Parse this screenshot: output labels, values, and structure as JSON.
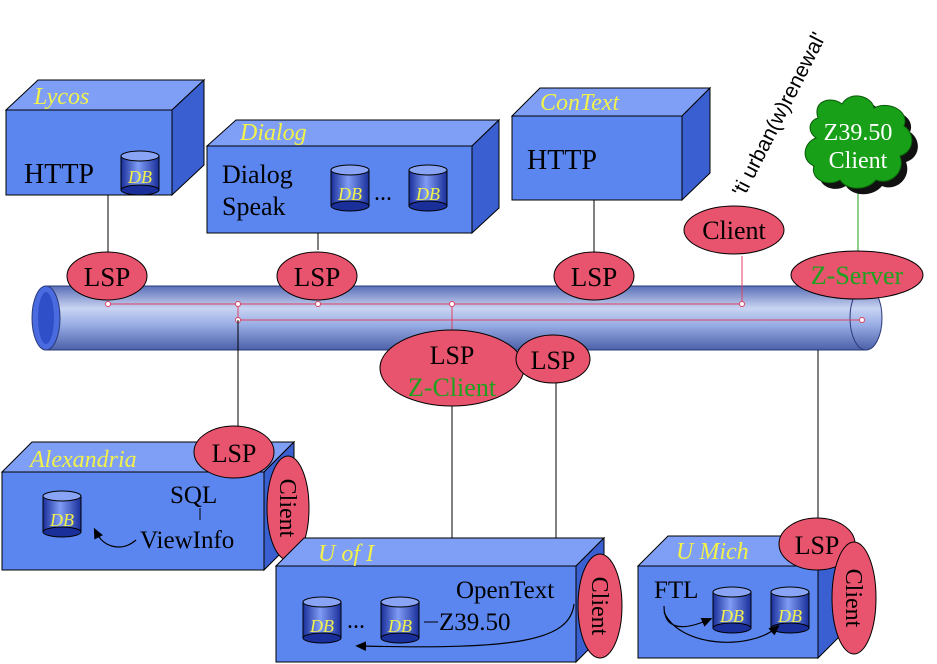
{
  "colors": {
    "box_front": "#5b86f0",
    "box_top": "#7f9ff6",
    "box_side": "#3a5fd0",
    "box_title": "#f2f24a",
    "ellipse_fill": "#e8546e",
    "pipe": "#7a8fd6",
    "link_red": "#e04060",
    "green": "#1fa11f",
    "cloud_green": "#18a018"
  },
  "boxes": {
    "lycos": {
      "title": "Lycos",
      "line1": "HTTP",
      "db": "DB"
    },
    "dialog": {
      "title": "Dialog",
      "line1": "Dialog",
      "line2": "Speak",
      "db1": "DB",
      "ellipsis": "...",
      "db2": "DB"
    },
    "context": {
      "title": "ConText",
      "line1": "HTTP"
    },
    "alexandria": {
      "title": "Alexandria",
      "db": "DB",
      "sql": "SQL",
      "viewinfo": "ViewInfo",
      "dash": "-"
    },
    "uofi": {
      "title": "U of I",
      "db1": "DB",
      "ellipsis": "...",
      "db2": "DB",
      "opentext": "OpenText",
      "z3950": "Z39.50"
    },
    "umich": {
      "title": "U Mich",
      "ftl": "FTL",
      "db1": "DB",
      "db2": "DB"
    }
  },
  "ellipses": {
    "lsp_lycos": "LSP",
    "lsp_dialog": "LSP",
    "lsp_context": "LSP",
    "client_top": "Client",
    "zserver": "Z-Server",
    "lsp_zclient_1": "LSP",
    "lsp_zclient_2": "Z-Client",
    "lsp_right": "LSP",
    "lsp_alex": "LSP",
    "client_alex": "Client",
    "client_uofi": "Client",
    "lsp_umich": "LSP",
    "client_umich": "Client"
  },
  "cloud": {
    "line1": "Z39.50",
    "line2": "Client"
  },
  "rotated_text": "'ti urban(w)renewal'"
}
